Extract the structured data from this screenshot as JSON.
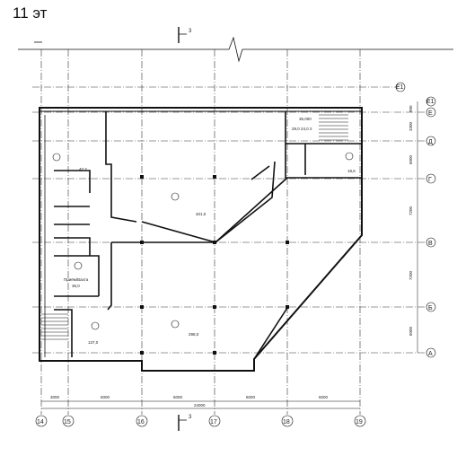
{
  "title": "11 эт",
  "section_marks": [
    "3",
    "3"
  ],
  "axes": {
    "vertical": [
      "14",
      "15",
      "16",
      "17",
      "18",
      "19"
    ],
    "horizontal": [
      "Е1",
      "Е",
      "Д",
      "Г",
      "В",
      "Б",
      "А"
    ],
    "right_dims": [
      "900",
      "3300",
      "6000",
      "7200",
      "7200",
      "6000"
    ],
    "bottom_dims": [
      "3000",
      "6000",
      "6000",
      "6000",
      "6000"
    ],
    "bottom_total": "24000"
  },
  "rooms": {
    "stair_top": "36,000",
    "stair_sub": "29,0  24,0 2",
    "room_tr_area": "18,6",
    "room_left_top": "47,2",
    "room_center": "401,0",
    "room_large": "298,0",
    "room_bottom_left": "137,0",
    "room_small": "36,0",
    "lobby_label": "Приём/Вахта"
  }
}
